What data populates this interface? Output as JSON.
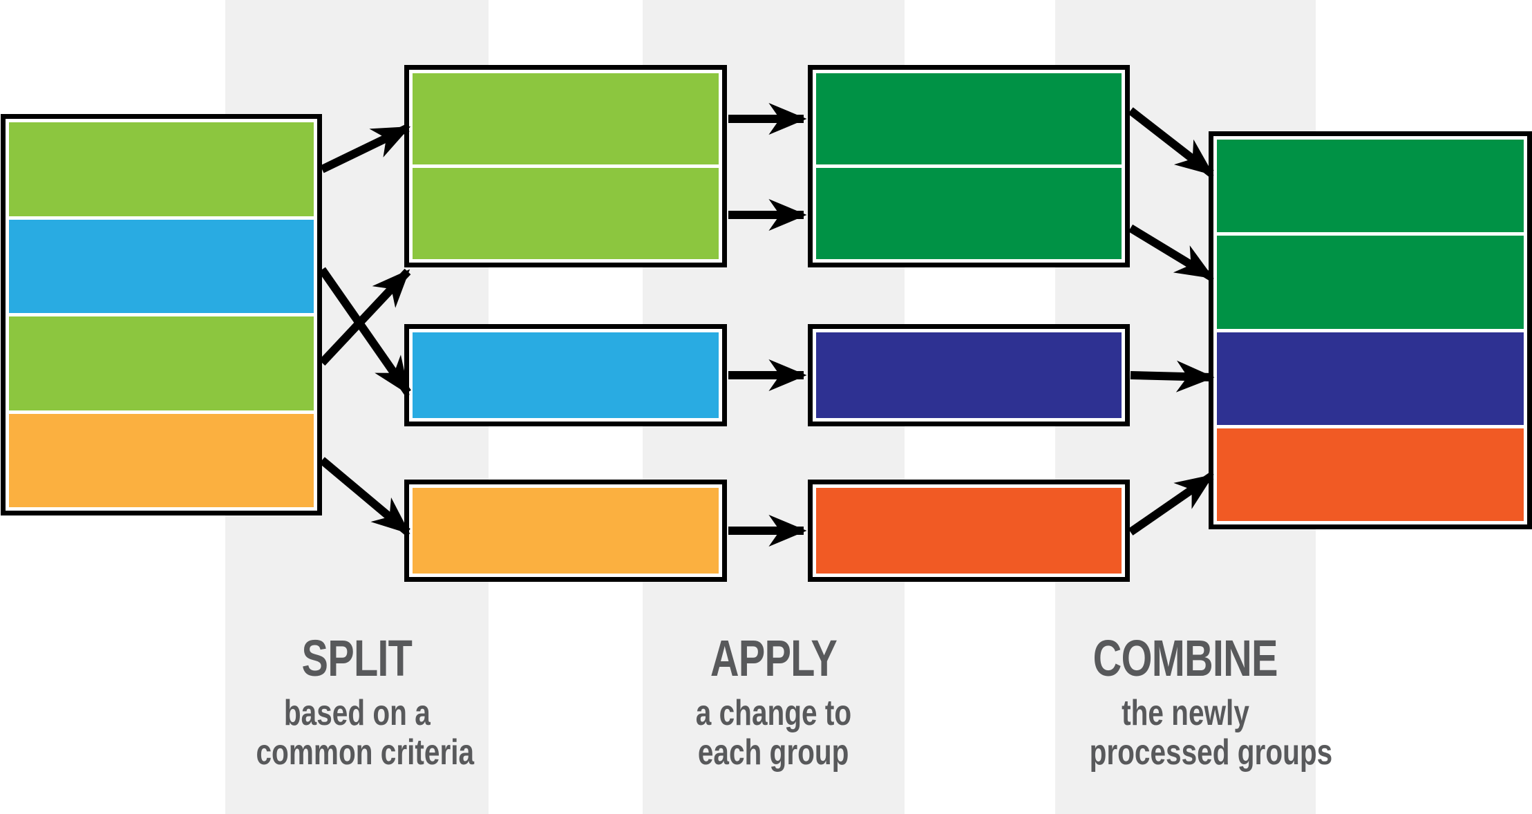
{
  "palette": {
    "light_green": "#8CC63F",
    "sky_blue": "#29ABE2",
    "orange": "#FBB040",
    "dark_green": "#009245",
    "navy": "#2E3192",
    "red_orange": "#F15A24"
  },
  "style": {
    "band_color": "#F0F0F0",
    "page_color": "#FFFFFF",
    "arrow_color": "#000000",
    "text_color": "#58595B"
  },
  "stages": {
    "split": {
      "title": "SPLIT",
      "subtitle_line1": "based on a",
      "subtitle_line2": "common criteria"
    },
    "apply": {
      "title": "APPLY",
      "subtitle_line1": "a change to",
      "subtitle_line2": "each group"
    },
    "combine": {
      "title": "COMBINE",
      "subtitle_line1": "the newly",
      "subtitle_line2": "processed groups"
    }
  },
  "diagram": {
    "source_table": {
      "rows": [
        "light_green",
        "sky_blue",
        "light_green",
        "orange"
      ]
    },
    "split_groups": [
      {
        "rows": [
          "light_green",
          "light_green"
        ]
      },
      {
        "rows": [
          "sky_blue"
        ]
      },
      {
        "rows": [
          "orange"
        ]
      }
    ],
    "applied_groups": [
      {
        "rows": [
          "dark_green",
          "dark_green"
        ]
      },
      {
        "rows": [
          "navy"
        ]
      },
      {
        "rows": [
          "red_orange"
        ]
      }
    ],
    "combined_table": {
      "rows": [
        "dark_green",
        "dark_green",
        "navy",
        "red_orange"
      ]
    },
    "arrows": [
      {
        "id": "split-1",
        "from": "source-row-1",
        "to": "split-group-1-row-1"
      },
      {
        "id": "split-2",
        "from": "source-row-3",
        "to": "split-group-1-row-2"
      },
      {
        "id": "split-3",
        "from": "source-row-2",
        "to": "split-group-2"
      },
      {
        "id": "split-4",
        "from": "source-row-4",
        "to": "split-group-3"
      },
      {
        "id": "apply-1",
        "from": "split-group-1-row-1",
        "to": "apply-group-1-row-1"
      },
      {
        "id": "apply-2",
        "from": "split-group-1-row-2",
        "to": "apply-group-1-row-2"
      },
      {
        "id": "apply-3",
        "from": "split-group-2",
        "to": "apply-group-2"
      },
      {
        "id": "apply-4",
        "from": "split-group-3",
        "to": "apply-group-3"
      },
      {
        "id": "combine-1",
        "from": "apply-group-1-row-1",
        "to": "combined-row-1"
      },
      {
        "id": "combine-2",
        "from": "apply-group-1-row-2",
        "to": "combined-row-2"
      },
      {
        "id": "combine-3",
        "from": "apply-group-2",
        "to": "combined-row-3"
      },
      {
        "id": "combine-4",
        "from": "apply-group-3",
        "to": "combined-row-4"
      }
    ]
  }
}
